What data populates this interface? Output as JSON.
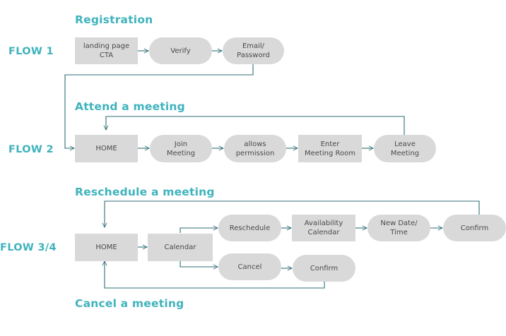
{
  "flows": {
    "flow1": {
      "label": "FLOW 1",
      "title": "Registration",
      "nodes": {
        "landing": "landing page\nCTA",
        "verify": "Verify",
        "email": "Email/\nPassword"
      }
    },
    "flow2": {
      "label": "FLOW 2",
      "title": "Attend a meeting",
      "nodes": {
        "home": "HOME",
        "join": "Join\nMeeting",
        "allows": "allows\npermission",
        "enter": "Enter\nMeeting Room",
        "leave": "Leave\nMeeting"
      }
    },
    "flow34": {
      "label": "FLOW  3/4",
      "title_reschedule": "Reschedule a meeting",
      "title_cancel": "Cancel a meeting",
      "nodes": {
        "home": "HOME",
        "calendar": "Calendar",
        "reschedule": "Reschedule",
        "availability": "Availability\nCalendar",
        "newdate": "New Date/\nTime",
        "confirm_top": "Confirm",
        "cancel": "Cancel",
        "confirm_bottom": "Confirm"
      }
    }
  },
  "colors": {
    "accent": "#3fb3bd",
    "node_fill": "#d9d9d9",
    "arrow": "#2f6e74"
  }
}
